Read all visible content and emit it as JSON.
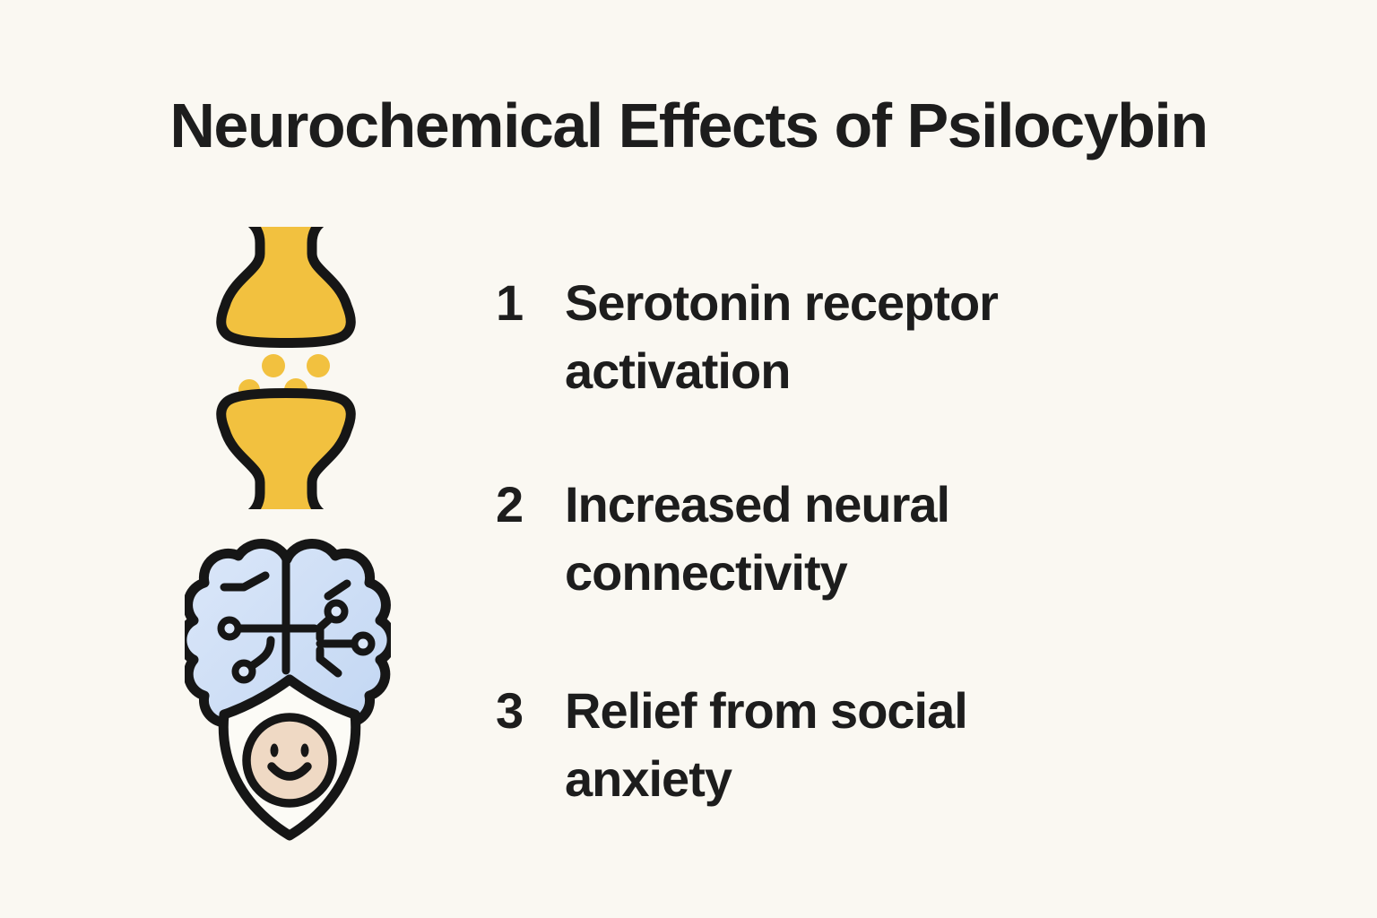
{
  "title": "Neurochemical Effects of Psilocybin",
  "list": {
    "items": [
      {
        "number": "1",
        "text": "Serotonin receptor activation"
      },
      {
        "number": "2",
        "text": "Increased neural connectivity"
      },
      {
        "number": "3",
        "text": "Relief from social anxiety"
      }
    ]
  },
  "icons": [
    {
      "name": "synapse-icon",
      "meaning": "synapse releasing neurotransmitter dots"
    },
    {
      "name": "brain-shield-icon",
      "meaning": "circuit brain above shield with smiling face"
    }
  ],
  "colors": {
    "bg": "#faf8f2",
    "ink": "#1d1d1d",
    "yellow": "#f2c13f",
    "blue": "#c0d5f2",
    "blue-light": "#dbe7f9",
    "peach": "#efd9c4",
    "shield": "#fcfbf6",
    "outline": "#161616"
  }
}
